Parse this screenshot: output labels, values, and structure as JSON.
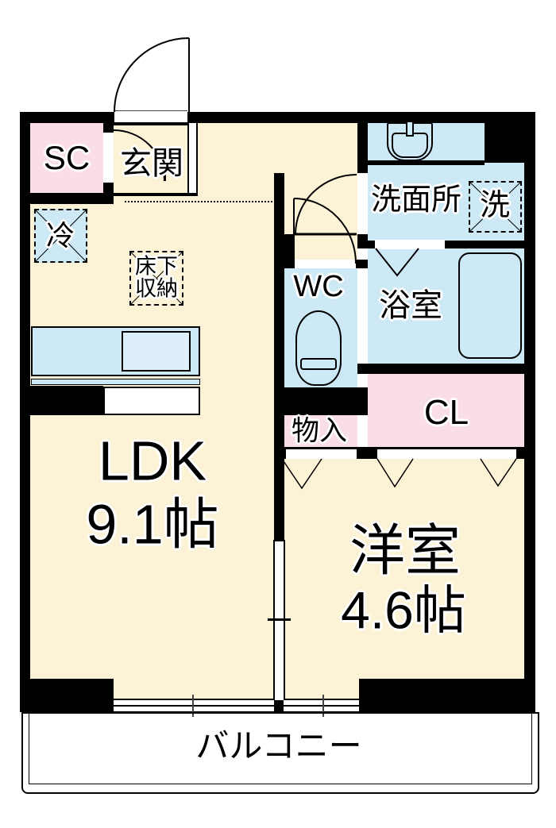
{
  "title": "1LDK apartment floor plan",
  "rooms": {
    "sc": "SC",
    "genkan": "玄関",
    "senmenjo": "洗面所",
    "sentakuki": "洗",
    "reizouko": "冷",
    "yukashita_line1": "床下",
    "yukashita_line2": "収納",
    "wc": "WC",
    "yokushitsu": "浴室",
    "cl": "CL",
    "monoire": "物入",
    "ldk": "LDK",
    "ldk_size": "9.1帖",
    "youshitsu": "洋室",
    "youshitsu_size": "4.6帖",
    "balcony": "バルコニー"
  },
  "colors": {
    "floor_cream": "#fcf2d6",
    "closet_pink": "#f9dde9",
    "wet_blue": "#cde9f6",
    "wall_black": "#000000"
  }
}
